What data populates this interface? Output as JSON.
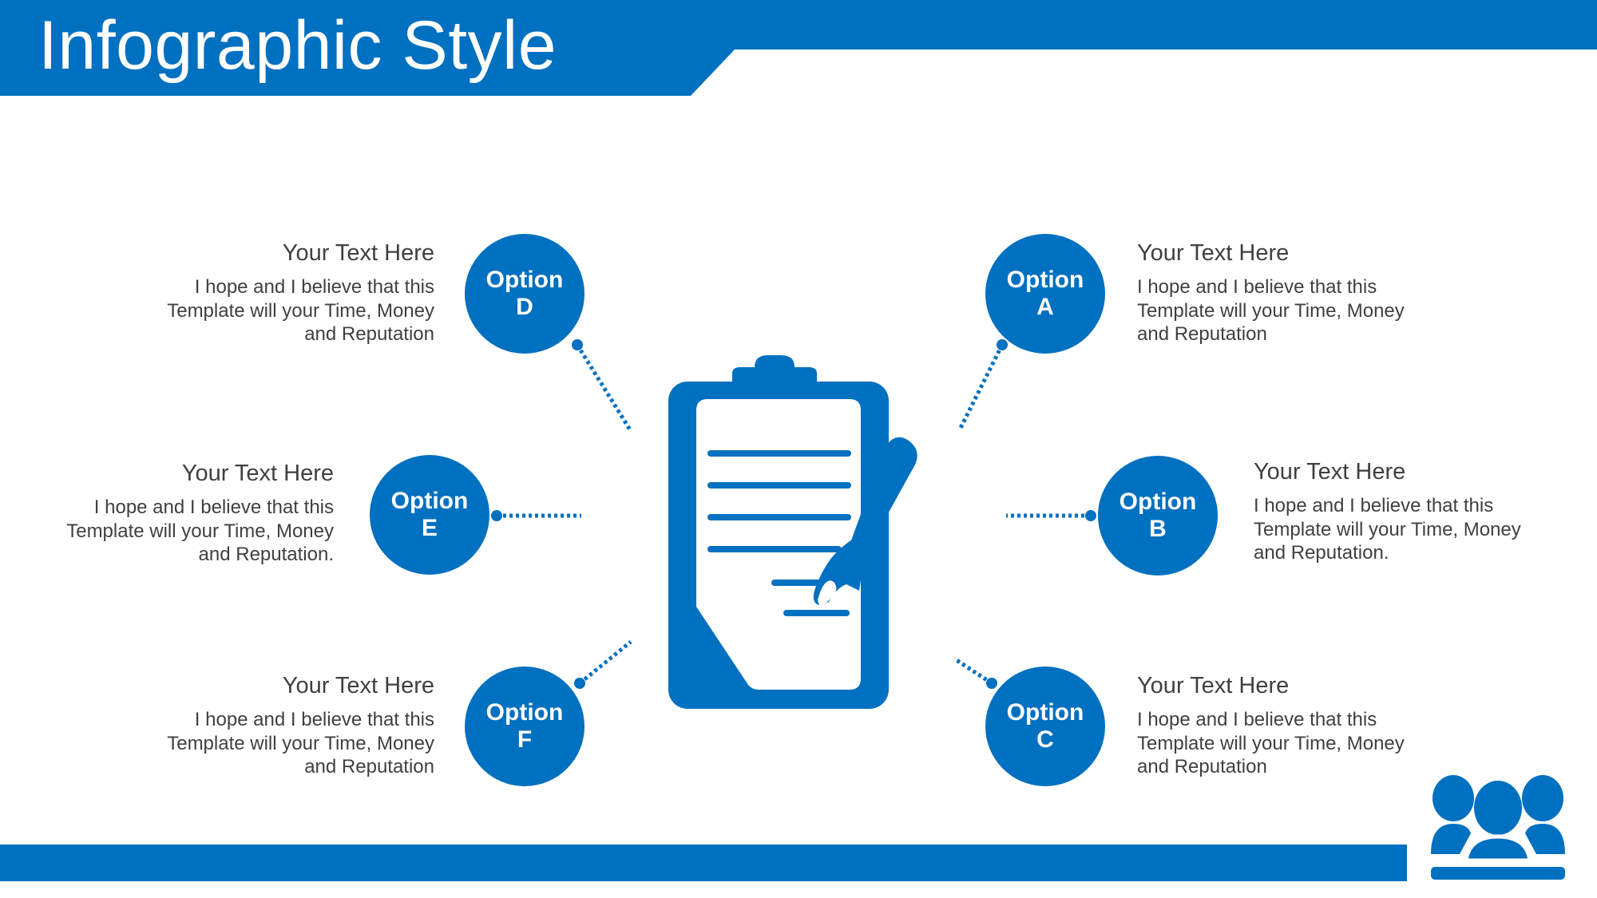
{
  "title": "Infographic Style",
  "colors": {
    "primary": "#0070C0",
    "text": "#404040",
    "background": "#FFFFFF"
  },
  "center_icon": "clipboard-checklist-pen-icon",
  "corner_icon": "team-people-icon",
  "options": [
    {
      "id": "a",
      "label": "Option",
      "letter": "A",
      "heading": "Your Text Here",
      "body": [
        "I hope and I believe that this",
        "Template will your Time, Money",
        "and Reputation"
      ]
    },
    {
      "id": "b",
      "label": "Option",
      "letter": "B",
      "heading": "Your Text Here",
      "body": [
        "I hope and I believe that this",
        "Template will your Time, Money",
        "and Reputation."
      ]
    },
    {
      "id": "c",
      "label": "Option",
      "letter": "C",
      "heading": "Your Text Here",
      "body": [
        "I hope and I believe that this",
        "Template will your Time, Money",
        "and Reputation"
      ]
    },
    {
      "id": "d",
      "label": "Option",
      "letter": "D",
      "heading": "Your Text Here",
      "body": [
        "I hope and I believe that this",
        "Template will your Time, Money",
        "and Reputation"
      ]
    },
    {
      "id": "e",
      "label": "Option",
      "letter": "E",
      "heading": "Your Text Here",
      "body": [
        "I hope and I believe that this",
        "Template will your Time, Money",
        "and Reputation."
      ]
    },
    {
      "id": "f",
      "label": "Option",
      "letter": "F",
      "heading": "Your Text Here",
      "body": [
        "I hope and I believe that this",
        "Template will your Time, Money",
        "and Reputation"
      ]
    }
  ]
}
